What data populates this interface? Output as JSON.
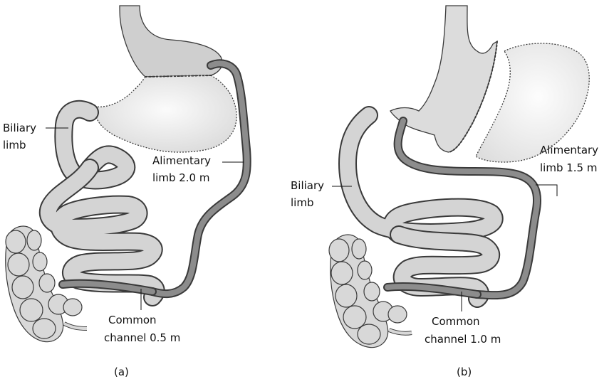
{
  "panels": [
    {
      "caption": "(a)",
      "biliary": [
        "Biliary",
        "limb"
      ],
      "alimentary": [
        "Alimentary",
        "limb 2.0 m"
      ],
      "common": [
        "Common",
        "channel 0.5 m"
      ]
    },
    {
      "caption": "(b)",
      "biliary": [
        "Biliary",
        "limb"
      ],
      "alimentary": [
        "Alimentary",
        "limb 1.5 m"
      ],
      "common": [
        "Common",
        "channel 1.0 m"
      ]
    }
  ],
  "colors": {
    "stomach_fill": "#e6e6e6",
    "excluded_stomach": "#ececec",
    "limb_fill": "#d4d4d4",
    "limb_dark": "#8c8c8c",
    "outline": "#3a3a3a"
  }
}
